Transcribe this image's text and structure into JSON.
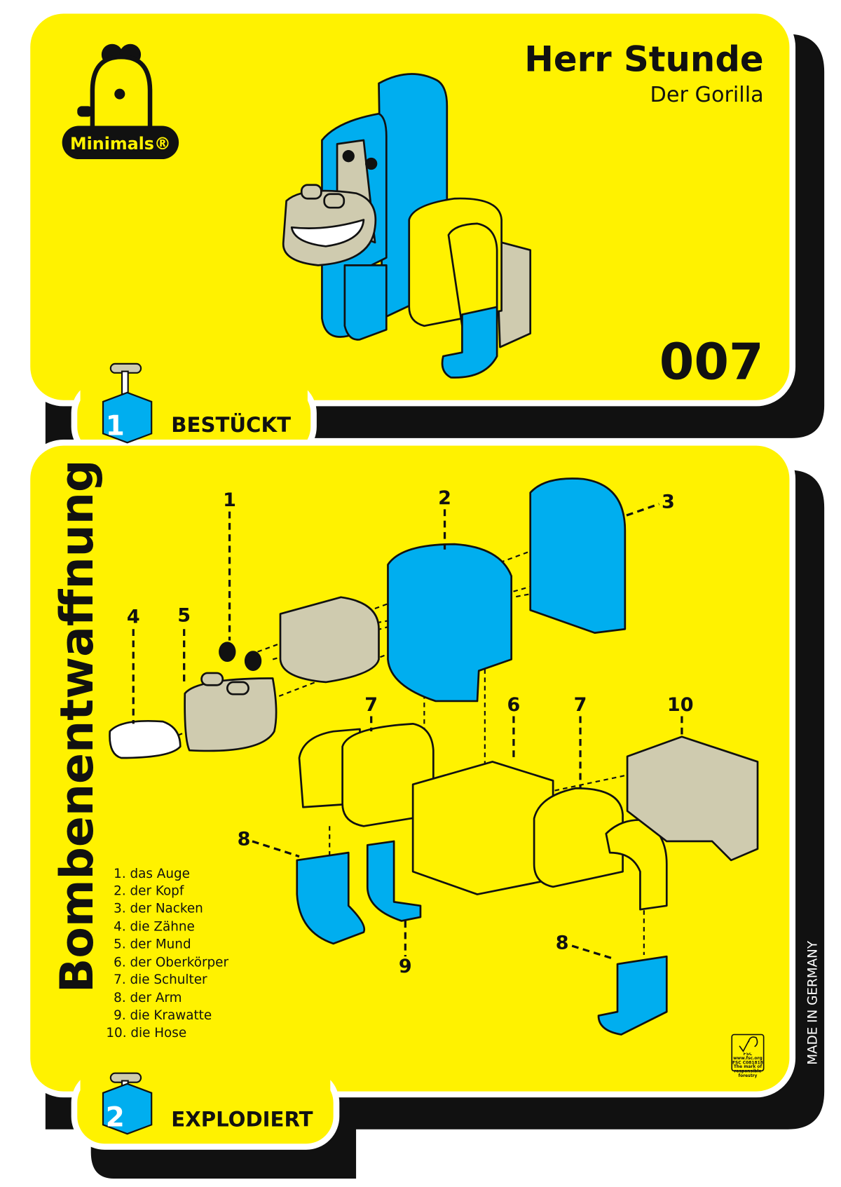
{
  "brand": {
    "logo_text": "Minimals®"
  },
  "header": {
    "title": "Herr Stunde",
    "subtitle": "Der Gorilla",
    "number": "007"
  },
  "section1": {
    "step": "1",
    "label": "BESTÜCKT"
  },
  "section2": {
    "step": "2",
    "label": "EXPLODIERT",
    "vertical_title": "Bombenentwaffnung",
    "callouts": [
      "1",
      "2",
      "3",
      "4",
      "5",
      "6",
      "7",
      "7",
      "8",
      "8",
      "9",
      "10"
    ],
    "parts": [
      "1. das Auge",
      "2. der Kopf",
      "3. der Nacken",
      "4. die Zähne",
      "5. der Mund",
      "6. der Oberkörper",
      "7. die Schulter",
      "8. der Arm",
      "9. die Krawatte",
      "10. die Hose"
    ]
  },
  "footer": {
    "made_in": "MADE IN GERMANY",
    "fsc_logo_text": "FSC www.fsc.org FSC C081818 The mark of responsible forestry"
  },
  "colors": {
    "yellow": "#FFF200",
    "blue": "#00AEEF",
    "tan": "#CFCBAF",
    "black": "#111111",
    "white": "#FFFFFF"
  }
}
